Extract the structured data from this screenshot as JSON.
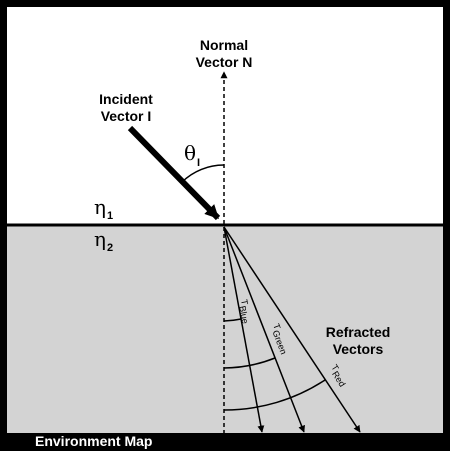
{
  "colors": {
    "frame": "#000000",
    "upper_medium": "#ffffff",
    "lower_medium": "#d3d3d3",
    "lines": "#000000",
    "footer_text": "#ffffff"
  },
  "labels": {
    "normal_line1": "Normal",
    "normal_line2": "Vector N",
    "incident_line1": "Incident",
    "incident_line2": "Vector I",
    "theta_symbol": "θ",
    "theta_subscript": "I",
    "eta1_symbol": "η",
    "eta1_subscript": "1",
    "eta2_symbol": "η",
    "eta2_subscript": "2",
    "refracted_line1": "Refracted",
    "refracted_line2": "Vectors",
    "t_blue_t": "T",
    "t_blue_sub": "Blue",
    "t_green_t": "T",
    "t_green_sub": "Green",
    "t_red_t": "T",
    "t_red_sub": "Red"
  },
  "footer": {
    "title": "Environment Map"
  }
}
